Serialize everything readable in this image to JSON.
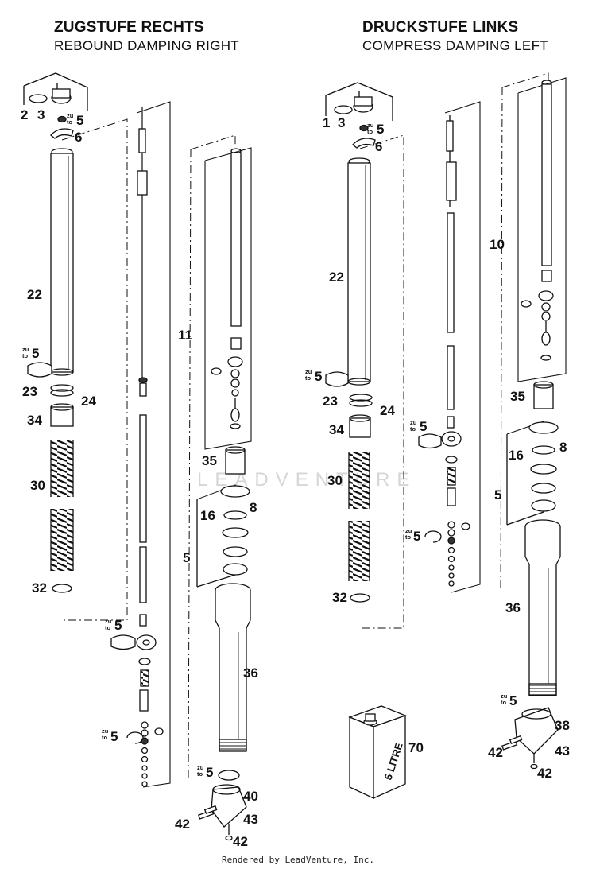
{
  "left_section": {
    "title_de": "ZUGSTUFE RECHTS",
    "title_en": "REBOUND DAMPING RIGHT"
  },
  "right_section": {
    "title_de": "DRUCKSTUFE LINKS",
    "title_en": "COMPRESS DAMPING LEFT"
  },
  "callouts": {
    "n1": "1",
    "n2": "2",
    "n3": "3",
    "n5": "5",
    "n6": "6",
    "n8": "8",
    "n10": "10",
    "n11": "11",
    "n16": "16",
    "n22": "22",
    "n23": "23",
    "n24": "24",
    "n30": "30",
    "n32": "32",
    "n34": "34",
    "n35": "35",
    "n36": "36",
    "n38": "38",
    "n40": "40",
    "n42": "42",
    "n43": "43",
    "n70": "70"
  },
  "zu_to": {
    "zu": "zu",
    "to": "to"
  },
  "oil_can_label": "5 LITRE",
  "watermark": "LEADVENTURE",
  "footer": "Rendered by LeadVenture, Inc.",
  "colors": {
    "ink": "#111111",
    "watermark": "#d6d6d6"
  }
}
